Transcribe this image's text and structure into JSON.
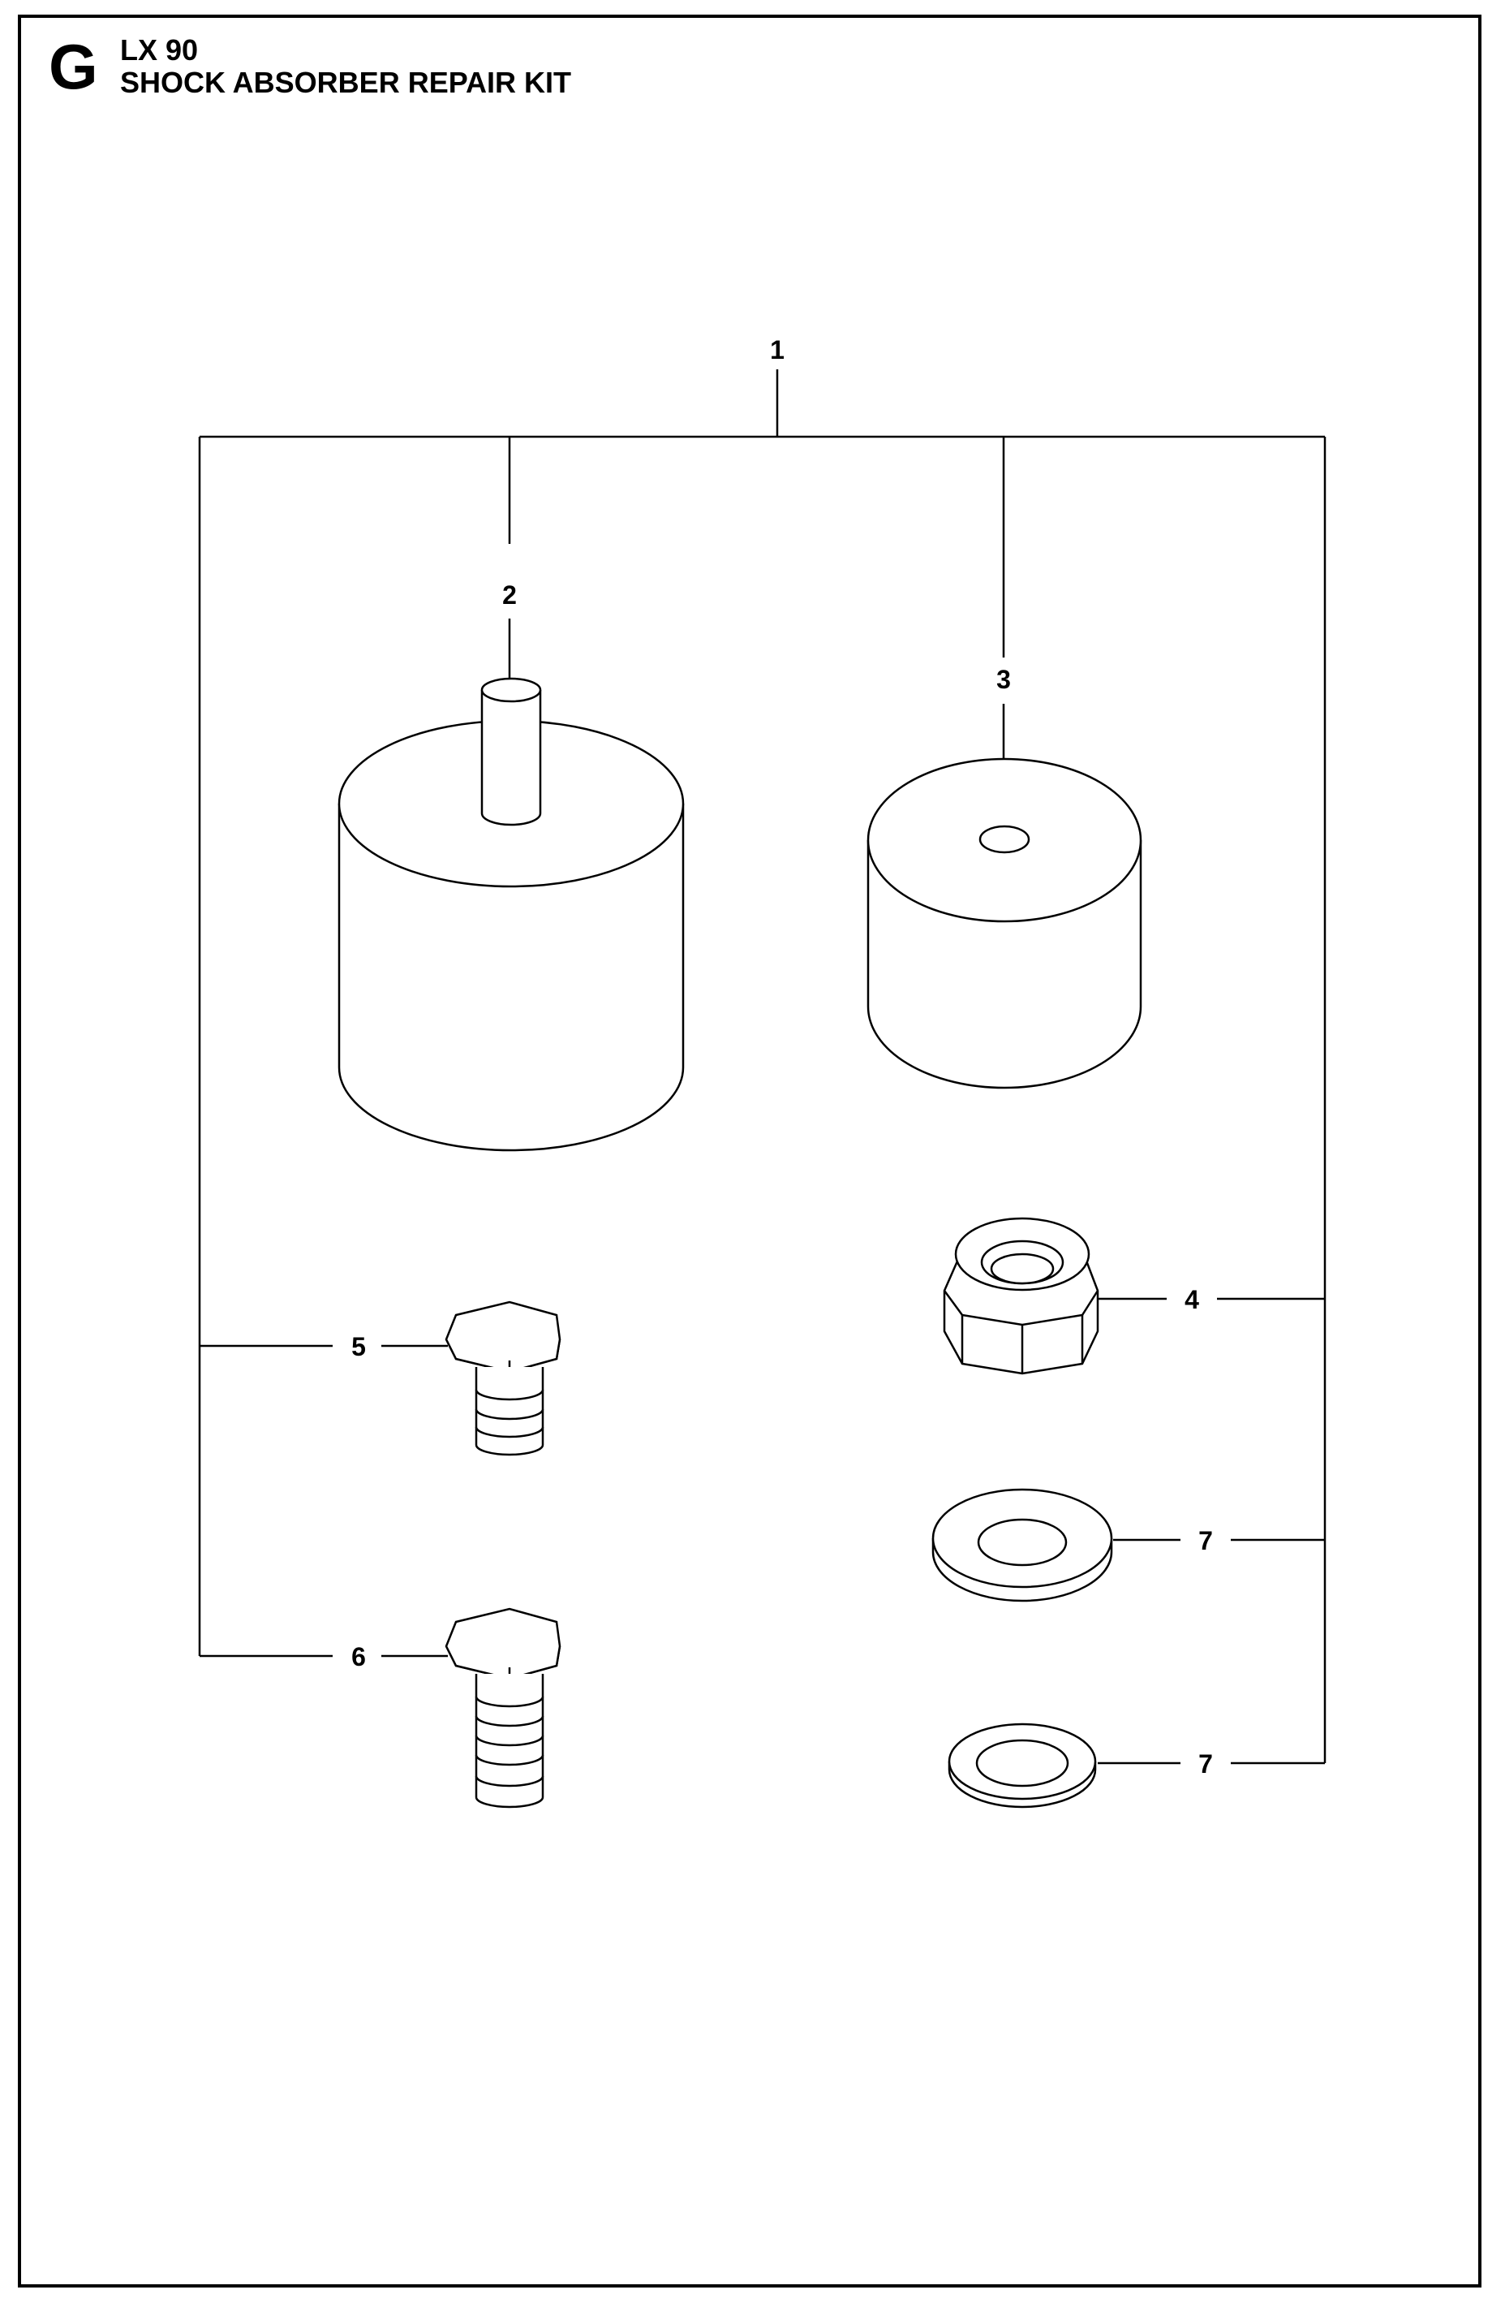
{
  "header": {
    "section_letter": "G",
    "model": "LX 90",
    "title": "SHOCK ABSORBER REPAIR KIT"
  },
  "callouts": {
    "item_1": "1",
    "item_2": "2",
    "item_3": "3",
    "item_4": "4",
    "item_5": "5",
    "item_6": "6",
    "item_7a": "7",
    "item_7b": "7"
  },
  "colors": {
    "line": "#000000",
    "part_fill": "#ffffff"
  }
}
